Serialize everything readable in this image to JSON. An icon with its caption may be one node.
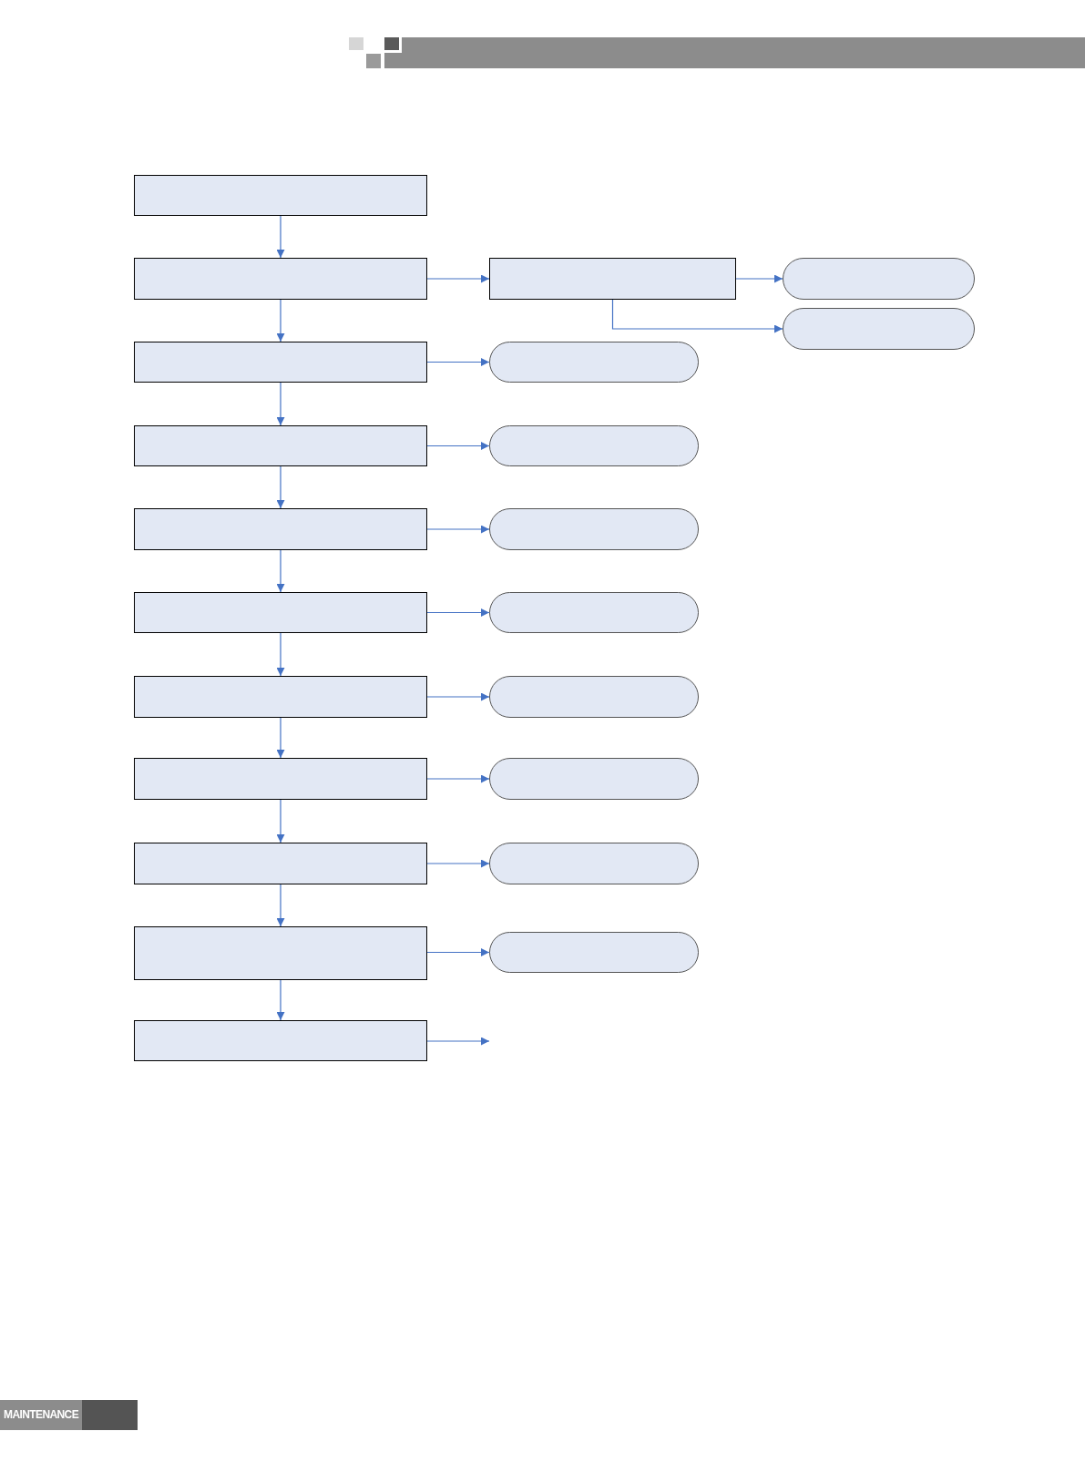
{
  "diagram": {
    "nodes": [
      {
        "text": [],
        "shape": "box"
      },
      {
        "text": [],
        "shape": "box"
      },
      {
        "text": [],
        "shape": "box"
      },
      {
        "text": [],
        "shape": "box"
      },
      {
        "text": [],
        "shape": "box"
      },
      {
        "text": [],
        "shape": "box"
      },
      {
        "text": [],
        "shape": "box"
      },
      {
        "text": [],
        "shape": "box"
      },
      {
        "text": [],
        "shape": "box"
      },
      {
        "text": [],
        "shape": "box"
      },
      {
        "text": [],
        "shape": "box"
      },
      {
        "text": [],
        "shape": "box"
      },
      {
        "text": [],
        "shape": "pill"
      },
      {
        "text": [],
        "shape": "pill"
      },
      {
        "text": [],
        "shape": "pill"
      },
      {
        "text": [],
        "shape": "pill"
      },
      {
        "text": [],
        "shape": "pill"
      },
      {
        "text": [],
        "shape": "pill"
      },
      {
        "text": [],
        "shape": "pill"
      },
      {
        "text": [],
        "shape": "pill"
      },
      {
        "text": [],
        "shape": "pill"
      },
      {
        "text": [],
        "shape": "pill"
      }
    ],
    "edges": [
      {
        "from": 0,
        "to": 1,
        "arrow": "to"
      },
      {
        "from": 1,
        "to": 2,
        "arrow": "to"
      },
      {
        "from": 2,
        "to": 3,
        "arrow": "to"
      },
      {
        "from": 3,
        "to": 4,
        "arrow": "to"
      },
      {
        "from": 4,
        "to": 5,
        "arrow": "to"
      },
      {
        "from": 5,
        "to": 6,
        "arrow": "to"
      },
      {
        "from": 6,
        "to": 7,
        "arrow": "to"
      },
      {
        "from": 7,
        "to": 8,
        "arrow": "to"
      },
      {
        "from": 8,
        "to": 9,
        "arrow": "to"
      },
      {
        "from": 9,
        "to": 10,
        "arrow": "to"
      },
      {
        "from": 1,
        "to": 11,
        "arrow": "to"
      },
      {
        "from": 11,
        "to": 12,
        "arrow": "to"
      },
      {
        "from": 11,
        "to": 13,
        "arrow": "to"
      },
      {
        "from": 2,
        "to": 14,
        "arrow": "to"
      },
      {
        "from": 3,
        "to": 15,
        "arrow": "to"
      },
      {
        "from": 4,
        "to": 16,
        "arrow": "to"
      },
      {
        "from": 5,
        "to": 17,
        "arrow": "to"
      },
      {
        "from": 6,
        "to": 18,
        "arrow": "to"
      },
      {
        "from": 7,
        "to": 19,
        "arrow": "to"
      },
      {
        "from": 8,
        "to": 20,
        "arrow": "to"
      },
      {
        "from": 9,
        "to": 21,
        "arrow": "to"
      },
      {
        "from": 10,
        "to": null,
        "arrow": "to"
      }
    ],
    "labels": [
      "MAINTENANCE"
    ]
  }
}
